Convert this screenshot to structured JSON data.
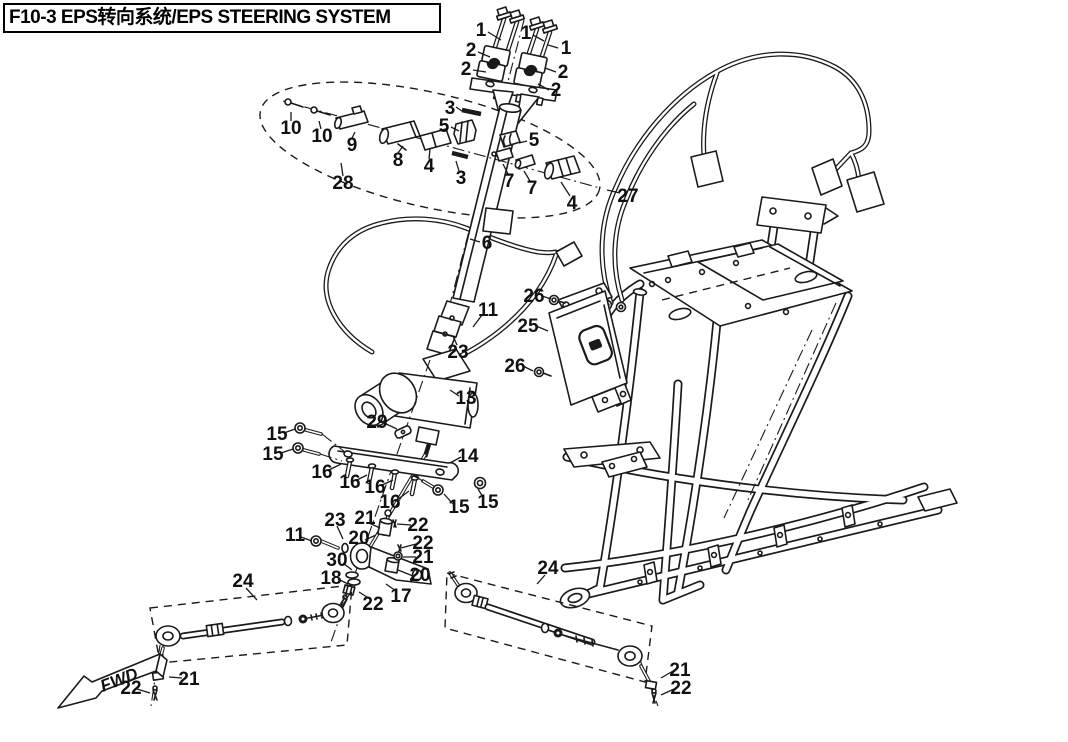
{
  "title": "F10-3 EPS转向系统/EPS STEERING SYSTEM",
  "fwd_marker": "FWD",
  "part_numbers": {
    "1": "1",
    "2": "2",
    "3": "3",
    "4": "4",
    "5": "5",
    "6": "6",
    "7": "7",
    "8": "8",
    "9": "9",
    "10": "10",
    "11": "11",
    "13": "13",
    "14": "14",
    "15": "15",
    "16": "16",
    "17": "17",
    "18": "18",
    "20": "20",
    "21": "21",
    "22": "22",
    "23": "23",
    "24": "24",
    "25": "25",
    "26": "26",
    "27": "27",
    "28": "28",
    "29": "29",
    "30": "30"
  }
}
